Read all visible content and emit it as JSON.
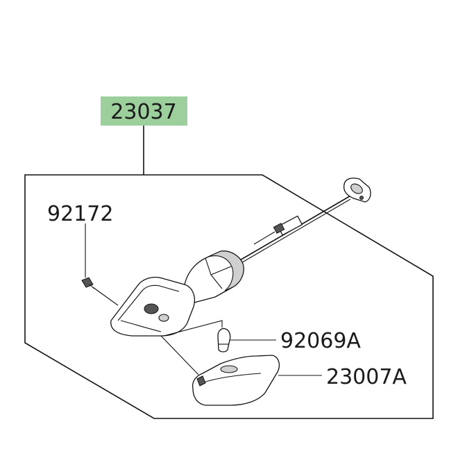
{
  "assembly": {
    "number": "23037",
    "highlight_color": "#9ccf9c"
  },
  "parts": [
    {
      "number": "92172"
    },
    {
      "number": "92069A"
    },
    {
      "number": "23007A"
    }
  ]
}
